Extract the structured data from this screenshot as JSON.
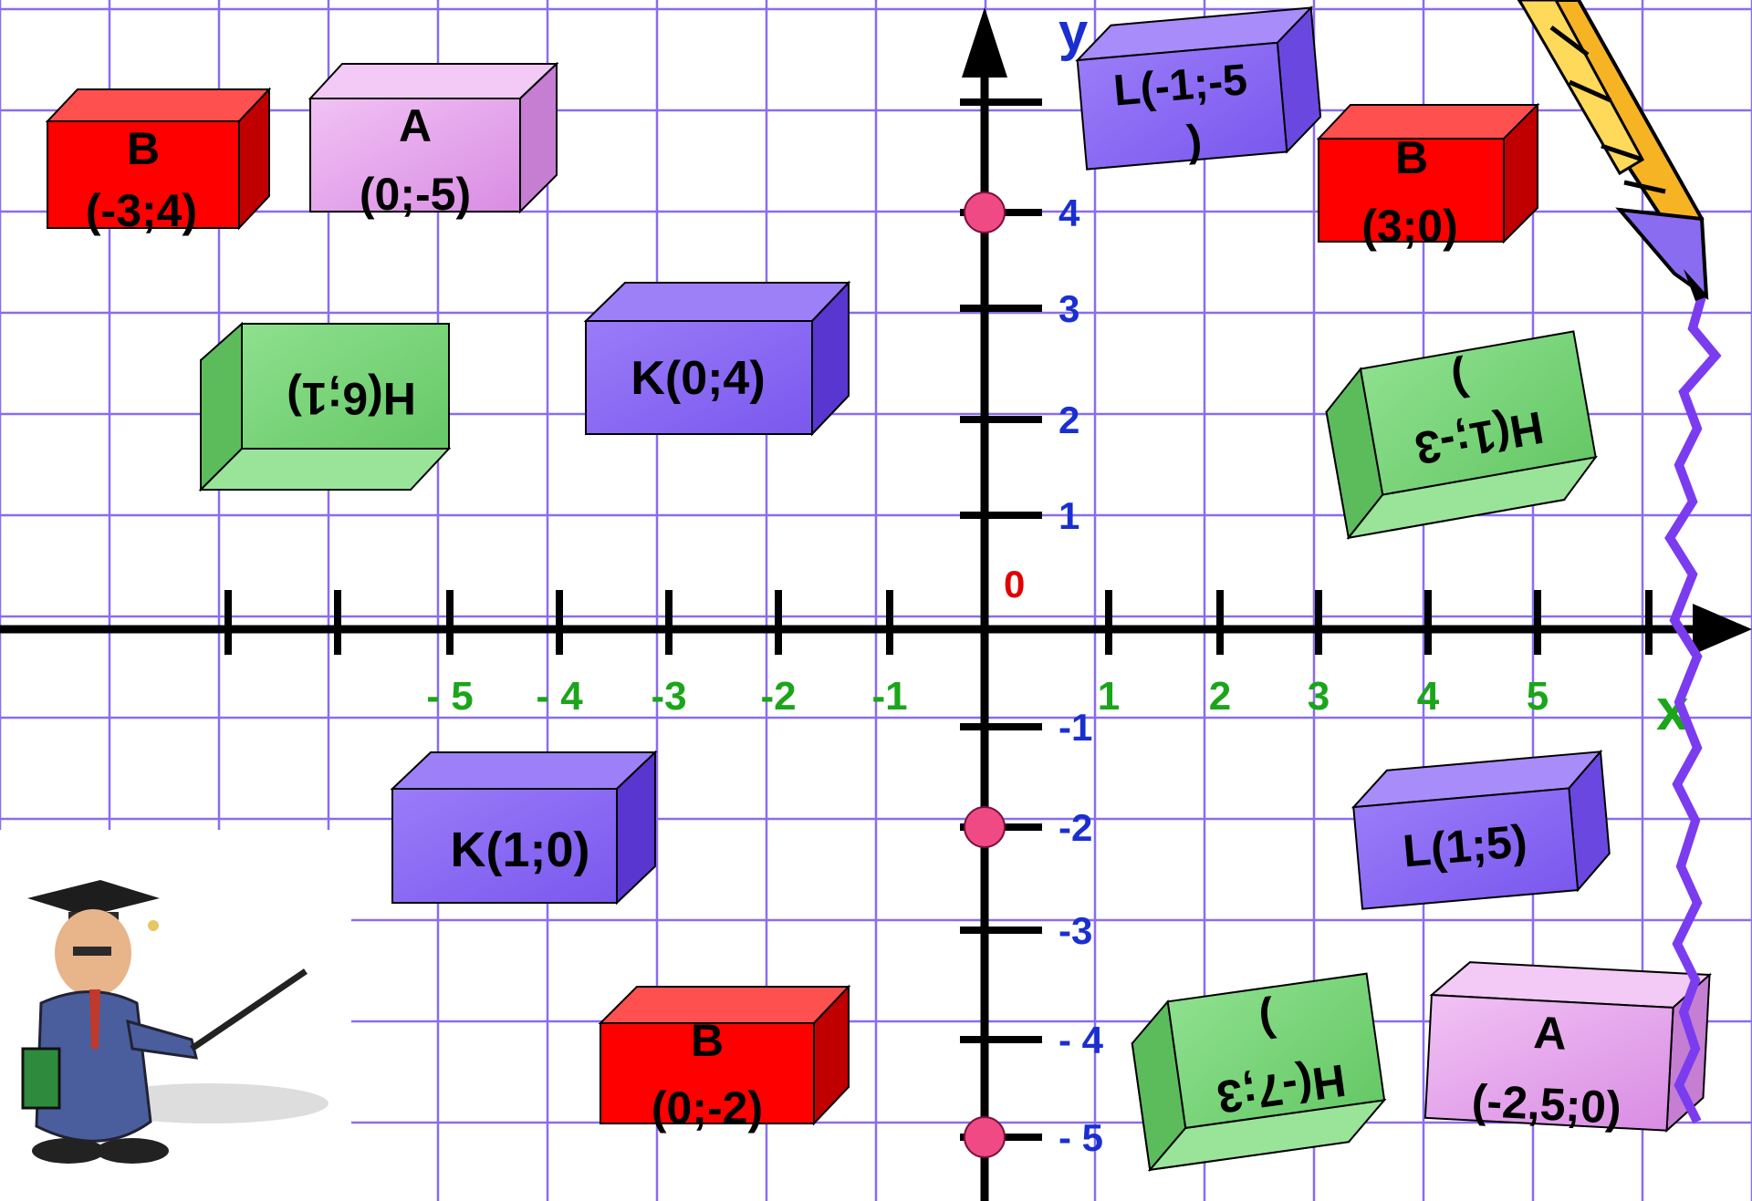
{
  "axes": {
    "x_label": "x",
    "y_label": "y",
    "origin_label": "0",
    "x_tick_labels": [
      {
        "v": -5,
        "text": "- 5"
      },
      {
        "v": -4,
        "text": "- 4"
      },
      {
        "v": -3,
        "text": "-3"
      },
      {
        "v": -2,
        "text": "-2"
      },
      {
        "v": -1,
        "text": "-1"
      },
      {
        "v": 1,
        "text": "1"
      },
      {
        "v": 2,
        "text": "2"
      },
      {
        "v": 3,
        "text": "3"
      },
      {
        "v": 4,
        "text": "4"
      },
      {
        "v": 5,
        "text": "5"
      }
    ],
    "y_tick_labels": [
      {
        "v": 4,
        "text": "4"
      },
      {
        "v": 3,
        "text": "3"
      },
      {
        "v": 2,
        "text": "2"
      },
      {
        "v": 1,
        "text": "1"
      },
      {
        "v": -1,
        "text": "-1"
      },
      {
        "v": -2,
        "text": "-2"
      },
      {
        "v": -3,
        "text": "-3"
      },
      {
        "v": -4,
        "text": "- 4"
      },
      {
        "v": -5,
        "text": "- 5"
      }
    ],
    "marked_points": [
      {
        "x": 0,
        "y": 4
      },
      {
        "x": 0,
        "y": -2
      },
      {
        "x": 0,
        "y": -5
      }
    ]
  },
  "cards": {
    "b_neg3_4": {
      "line1": "B",
      "line2": "(-3;4)"
    },
    "a_0_neg5": {
      "line1": "A",
      "line2": "(0;-5)"
    },
    "l_neg1_neg5": {
      "line1": "L(-1;-5",
      "line2": ")"
    },
    "b_3_0": {
      "line1": "B",
      "line2": "(3;0)"
    },
    "h_6_1": {
      "line1": "H(6;1)"
    },
    "k_0_4": {
      "line1": "K(0;4)"
    },
    "h_1_neg3": {
      "line1": "H(1;-3",
      "line2": ")"
    },
    "k_1_0": {
      "line1": "K(1;0)"
    },
    "l_1_5": {
      "line1": "L(1;5)"
    },
    "b_0_neg2": {
      "line1": "B",
      "line2": "(0;-2)"
    },
    "h_neg7_3": {
      "line1": "H(-7;3",
      "line2": ")"
    },
    "a_neg2_5_0": {
      "line1": "A",
      "line2": "(-2,5;0)"
    }
  },
  "colors": {
    "grid": "#8a6cf0",
    "axis": "#000000",
    "x_tick_text": "#1aa51a",
    "y_tick_text": "#1a2fd0",
    "origin_text": "#e00000",
    "point": "#f04a84",
    "red": "#ff1a1a",
    "pink": "#e6a6ee",
    "violet": "#8e6cf5",
    "green": "#7ad47a",
    "edge_violet": "#7b3cf0"
  }
}
